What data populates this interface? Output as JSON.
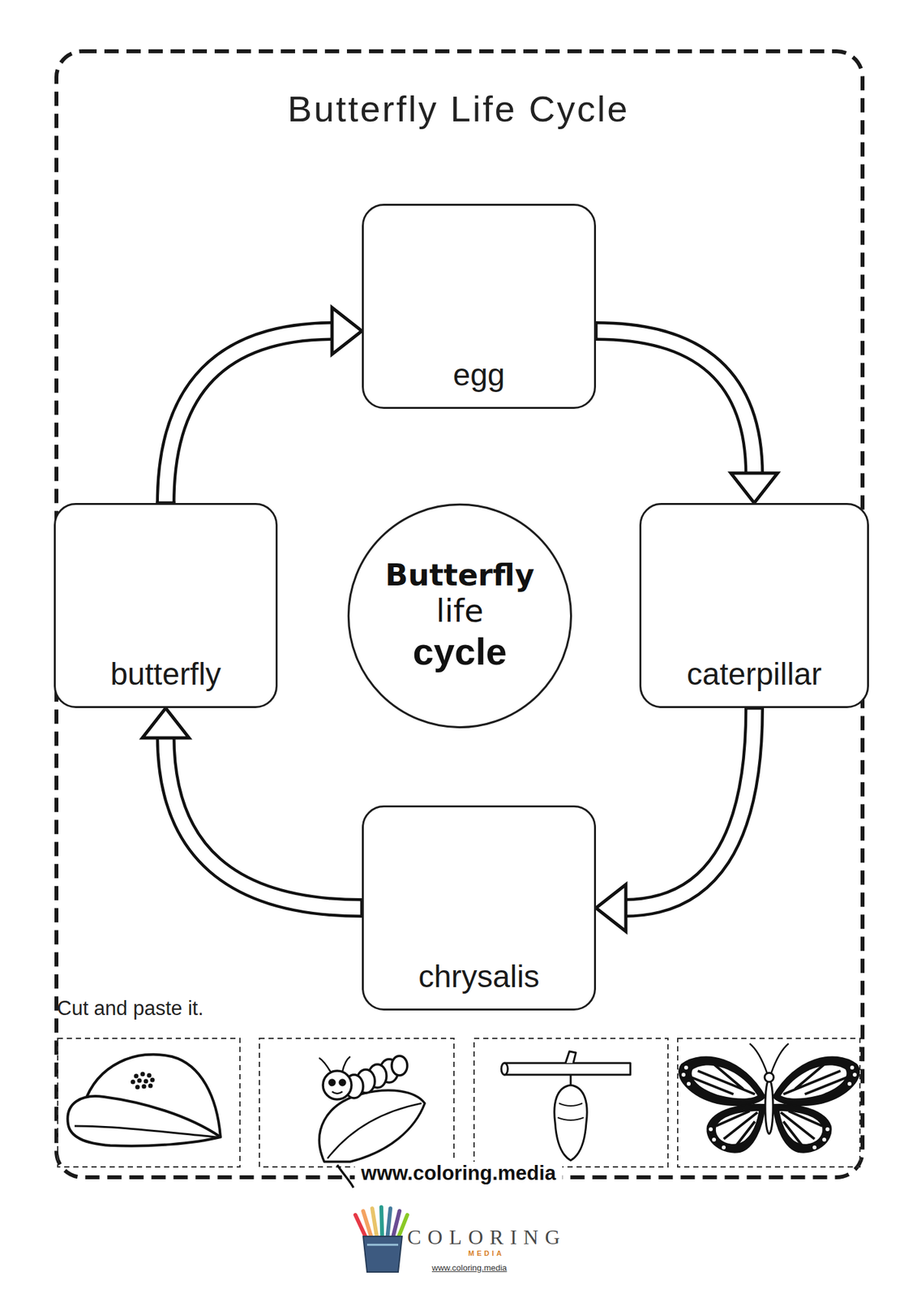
{
  "diagram": {
    "title": "Butterfly Life Cycle",
    "nodes": [
      {
        "text": [
          "egg"
        ]
      },
      {
        "text": [
          "butterfly"
        ]
      },
      {
        "text": [
          "Butterfly",
          "life",
          "cycle"
        ]
      },
      {
        "text": [
          "caterpillar"
        ]
      },
      {
        "text": [
          "chrysalis"
        ]
      }
    ],
    "edges": [
      {
        "from": 0,
        "to": 3,
        "arrow": "to"
      },
      {
        "from": 3,
        "to": 4,
        "arrow": "to"
      },
      {
        "from": 4,
        "to": 1,
        "arrow": "to"
      },
      {
        "from": 1,
        "to": 0,
        "arrow": "to"
      }
    ],
    "labels": [
      "Cut and paste it.",
      "www.coloring.media",
      "COLORING",
      "MEDIA",
      "www.coloring.media"
    ]
  }
}
